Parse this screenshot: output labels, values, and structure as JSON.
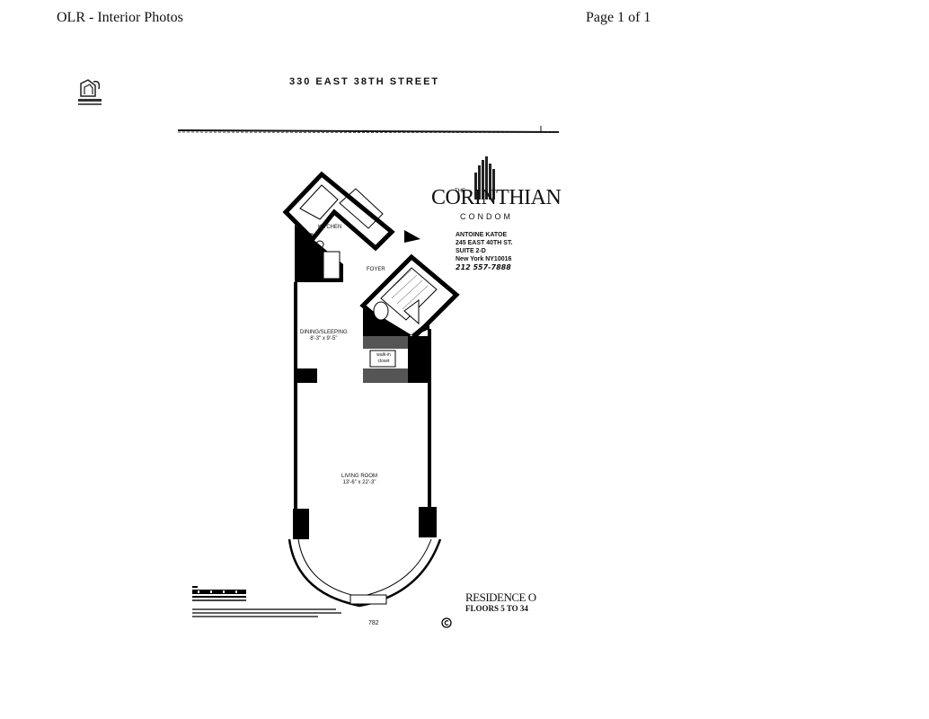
{
  "header": {
    "title": "OLR - Interior Photos",
    "page": "Page 1 of 1"
  },
  "document": {
    "address": "330 EAST 38TH STREET",
    "brand": {
      "small": "THE",
      "name": "CORINTHIAN",
      "sub": "CONDOM"
    },
    "agent": {
      "line1": "ANTOINE KATOE",
      "line2": "245 EAST 40TH ST.",
      "line3": "SUITE 2-D",
      "line4": "New York NY10016",
      "line5": "212 557-7888"
    },
    "rooms": {
      "kitchen": "KITCHEN",
      "foyer": "FOYER",
      "dining": "DINING/SLEEPING",
      "dining_dim": "8'-3\" x 9'-5\"",
      "closet": "walk-in closet",
      "living": "LIVING ROOM",
      "living_dim": "13'-6\" x 22'-3\""
    },
    "residence": "RESIDENCE O",
    "floors": "FLOORS 5 TO 34",
    "page_number": "782"
  },
  "icons": {
    "logo": "building-logo-icon",
    "north": "north-arrow-icon",
    "copyright": "copyright-icon"
  }
}
